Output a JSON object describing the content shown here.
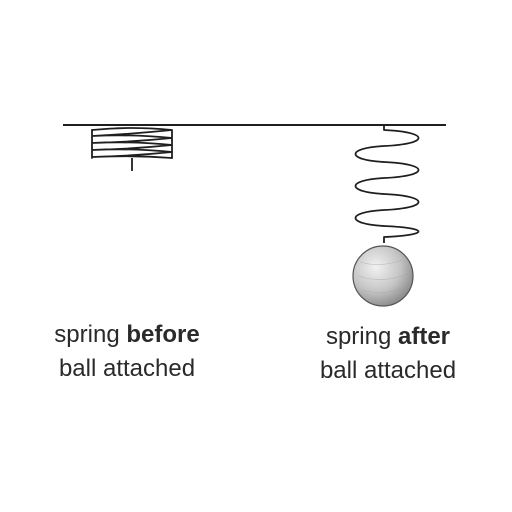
{
  "captions": {
    "before": {
      "line1_prefix": "spring",
      "line1_bold": "before",
      "line2": "ball attached"
    },
    "after": {
      "line1_prefix": "spring",
      "line1_bold": "after",
      "line2": "ball attached"
    }
  },
  "colors": {
    "line": "#1f1f1f",
    "ball_light": "#e6e6e6",
    "ball_dark": "#8a8a8a"
  }
}
